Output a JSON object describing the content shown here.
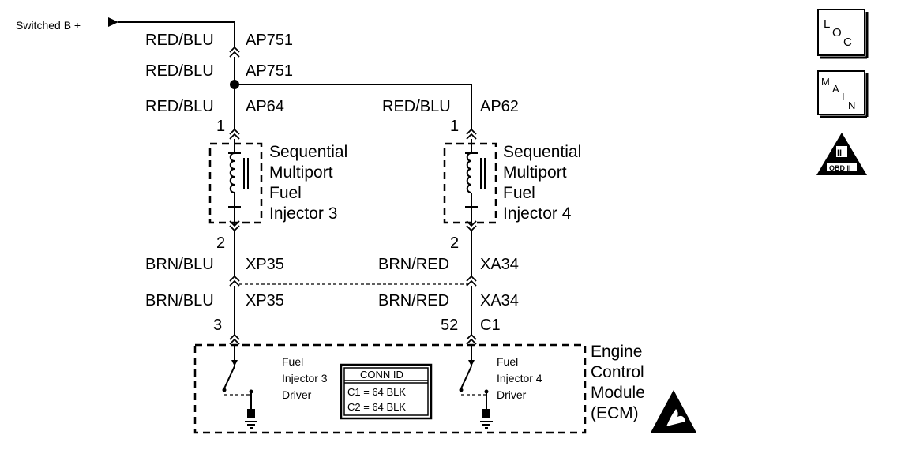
{
  "power": {
    "label": "Switched B +"
  },
  "left_branch": {
    "wire1": {
      "color": "RED/BLU",
      "circuit": "AP751"
    },
    "wire2": {
      "color": "RED/BLU",
      "circuit": "AP751"
    },
    "wire3": {
      "color": "RED/BLU",
      "circuit": "AP64"
    },
    "pin_top": "1",
    "injector": {
      "line1": "Sequential",
      "line2": "Multiport",
      "line3": "Fuel",
      "line4": "Injector 3"
    },
    "pin_bottom": "2",
    "wire4": {
      "color": "BRN/BLU",
      "circuit": "XP35"
    },
    "wire5": {
      "color": "BRN/BLU",
      "circuit": "XP35"
    },
    "ecm_pin": "3",
    "driver": {
      "line1": "Fuel",
      "line2": "Injector 3",
      "line3": "Driver"
    }
  },
  "right_branch": {
    "wire3": {
      "color": "RED/BLU",
      "circuit": "AP62"
    },
    "pin_top": "1",
    "injector": {
      "line1": "Sequential",
      "line2": "Multiport",
      "line3": "Fuel",
      "line4": "Injector 4"
    },
    "pin_bottom": "2",
    "wire4": {
      "color": "BRN/RED",
      "circuit": "XA34"
    },
    "wire5": {
      "color": "BRN/RED",
      "circuit": "XA34"
    },
    "ecm_pin": "52",
    "ecm_connector": "C1",
    "driver": {
      "line1": "Fuel",
      "line2": "Injector 4",
      "line3": "Driver"
    }
  },
  "ecm": {
    "line1": "Engine",
    "line2": "Control",
    "line3": "Module",
    "line4": "(ECM)"
  },
  "conn_id": {
    "title": "CONN ID",
    "row1": "C1 = 64 BLK",
    "row2": "C2 = 64 BLK"
  },
  "icons": {
    "loc": {
      "l": "L",
      "o": "O",
      "c": "C"
    },
    "main": {
      "m": "M",
      "a": "A",
      "i": "I",
      "n": "N"
    },
    "obd": {
      "numeral": "II",
      "label": "OBD II"
    }
  }
}
